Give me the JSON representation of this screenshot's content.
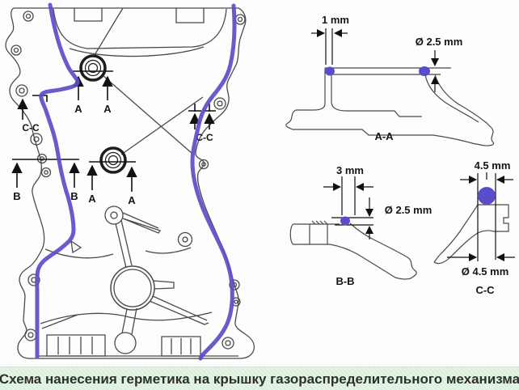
{
  "caption": {
    "text": "Схема нанесения герметика на крышку газораспределительного механизма"
  },
  "cover": {
    "markers": {
      "a_top_left": "A",
      "a_top_right": "A",
      "cc_left": "C-C",
      "cc_right": "C-C",
      "b_left": "B",
      "b_right": "B",
      "a_bottom_left": "A",
      "a_bottom_right": "A"
    }
  },
  "sections": {
    "aa": {
      "label": "A-A",
      "width_dim": "1 mm",
      "bead_dim": "Ø 2.5 mm"
    },
    "bb": {
      "label": "B-B",
      "width_dim": "3 mm",
      "bead_dim": "Ø 2.5 mm"
    },
    "cc": {
      "label": "C-C",
      "width_dim": "4.5 mm",
      "bead_dim": "Ø 4.5 mm"
    }
  },
  "colors": {
    "sealant": "#5a4dc9",
    "line_art": "#4a4a4a",
    "marker_ink": "#111111",
    "caption_bg": "#d9f0da",
    "caption_text": "#2e2e2e"
  }
}
